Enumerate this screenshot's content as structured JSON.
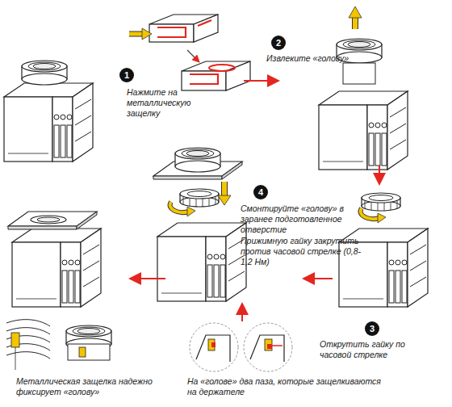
{
  "diagram": {
    "labels": [
      "1",
      "Нажмите на металлическую защелку",
      "2",
      "Извлеките «голову»",
      "4",
      "Смонтируйте «голову» в заранее подготовленное отверстие",
      "Прижимную гайку закрутить против часовой стрелке (0,8-1,2 Нм)",
      "3",
      "Открутить гайку по часовой стрелке",
      "Металлическая защелка надежно фиксирует «голову»",
      "На «голове» два паза, которые защелкиваются на держателе"
    ]
  }
}
